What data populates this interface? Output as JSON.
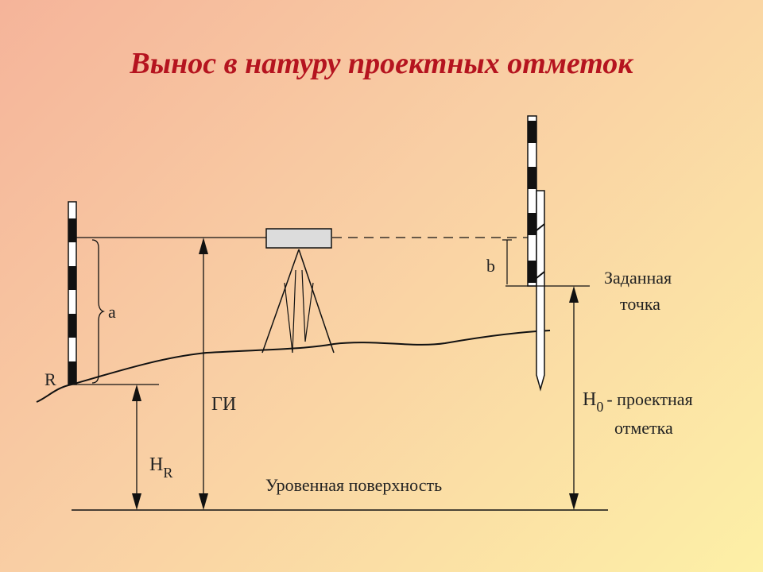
{
  "title": "Вынос в натуру проектных отметок",
  "labels": {
    "a": "a",
    "b": "b",
    "r": "R",
    "gi": "ГИ",
    "hr_main": "H",
    "hr_sub": "R",
    "h0_main": "H",
    "h0_sub": "0",
    "h0_text": "- проектная",
    "h0_text2": "отметка",
    "target_line1": "Заданная",
    "target_line2": "точка",
    "level_surface": "Уровенная поверхность"
  },
  "colors": {
    "title": "#b5141f",
    "line": "#111111",
    "staff_dark": "#111111",
    "staff_light": "#ffffff",
    "instrument": "#dcdcdc"
  }
}
